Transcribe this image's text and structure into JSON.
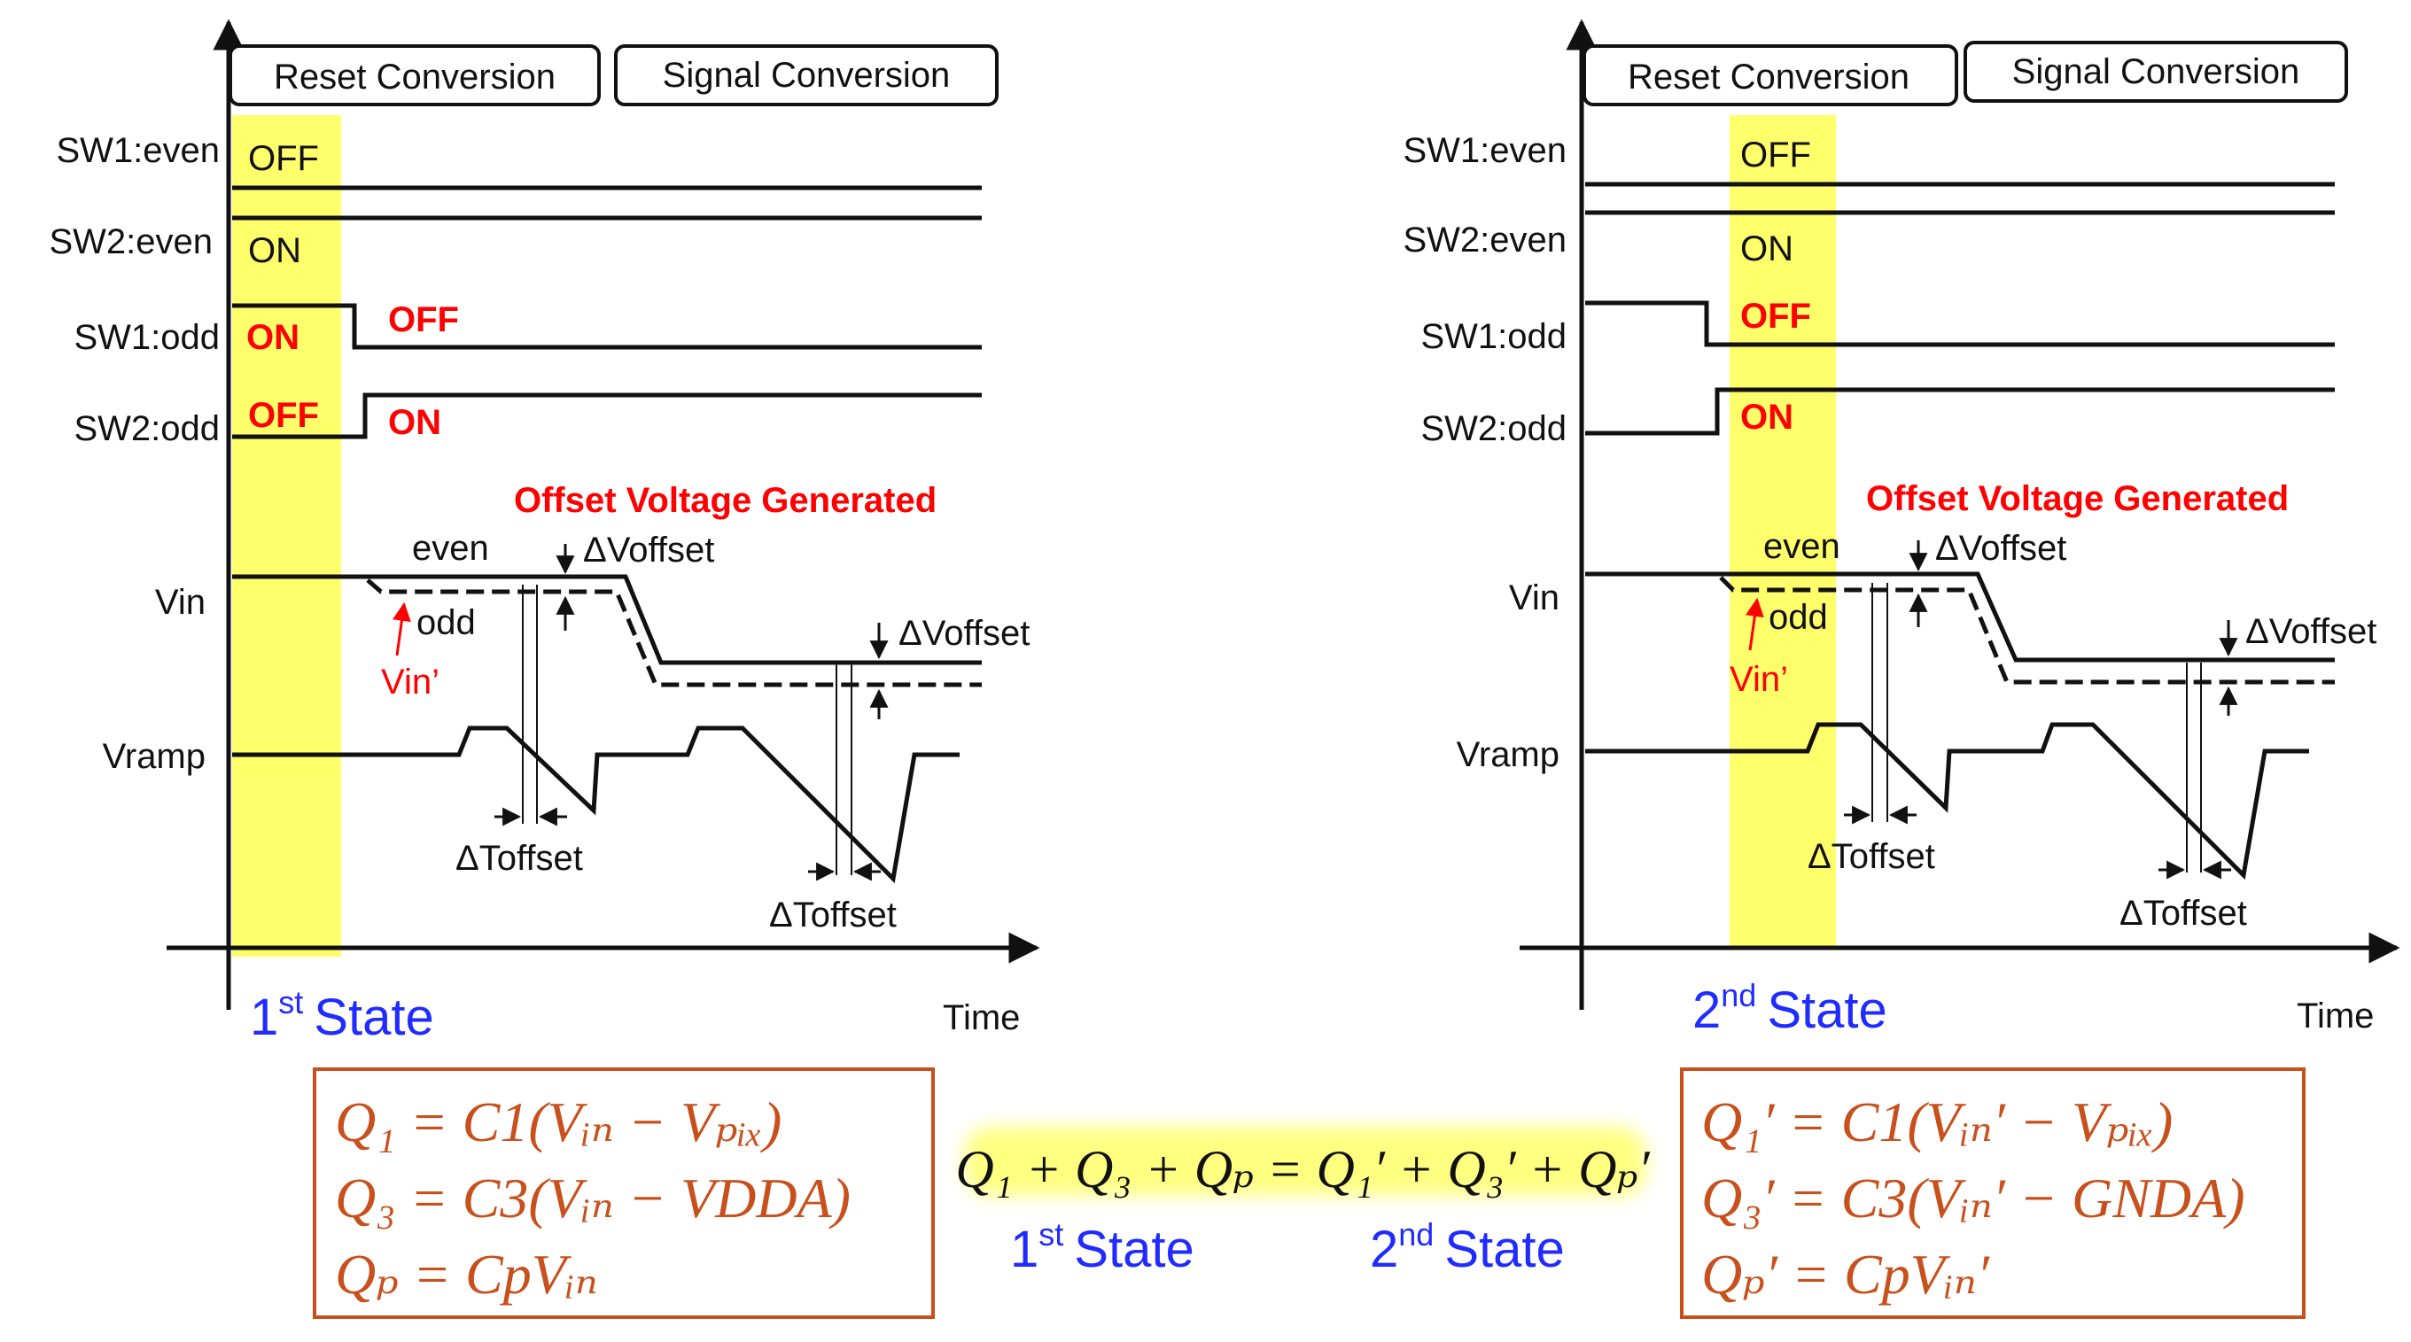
{
  "colors": {
    "highlight": "#ffff6b",
    "red": "#ff0000",
    "blue": "#1f2bff",
    "equation": "#c8501c",
    "line": "#111111"
  },
  "phases": {
    "reset": "Reset Conversion",
    "signal": "Signal Conversion"
  },
  "signals": {
    "sw1_even": "SW1:even",
    "sw2_even": "SW2:even",
    "sw1_odd": "SW1:odd",
    "sw2_odd": "SW2:odd",
    "vin": "Vin",
    "vramp": "Vramp"
  },
  "switch_states": {
    "off": "OFF",
    "on": "ON"
  },
  "annotations": {
    "offset_generated": "Offset Voltage Generated",
    "even": "even",
    "odd": "odd",
    "vin_prime": "Vin’",
    "dvoffset": "ΔVoffset",
    "dtoffset": "ΔToffset",
    "time": "Time"
  },
  "states": {
    "first_num": "1",
    "first_sup": "st",
    "second_num": "2",
    "second_sup": "nd",
    "word": "State"
  },
  "equations": {
    "left": [
      "Q₁ = C1(Vᵢₙ − Vₚᵢₓ)",
      "Q₃ = C3(Vᵢₙ − VDDA)",
      "Qₚ = CpVᵢₙ"
    ],
    "center": "Q₁ + Q₃ + Qₚ = Q₁′ + Q₃′ + Qₚ′",
    "right": [
      "Q₁′ = C1(Vᵢₙ′ − Vₚᵢₓ)",
      "Q₃′ = C3(Vᵢₙ′ − GNDA)",
      "Qₚ′ = CpVᵢₙ′"
    ]
  }
}
